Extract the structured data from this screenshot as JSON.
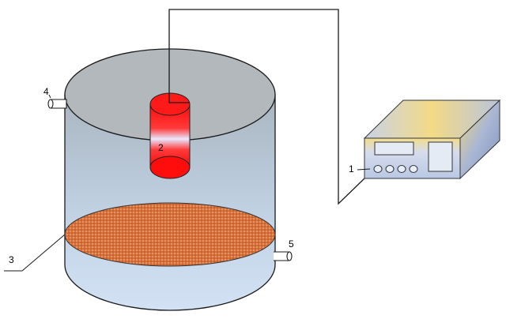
{
  "labels": {
    "power_supply": "1",
    "electrode": "2",
    "porous_plate": "3",
    "inlet_port": "4",
    "outlet_port": "5"
  },
  "colors": {
    "vessel_fill": "#c9d9e9",
    "lid_fill": "#b3b8bc",
    "electrode_red": "#ff1010",
    "plate_orange": "#d8703a",
    "box_blue": "#8fa4c8",
    "box_yellow": "#f2d98a"
  }
}
